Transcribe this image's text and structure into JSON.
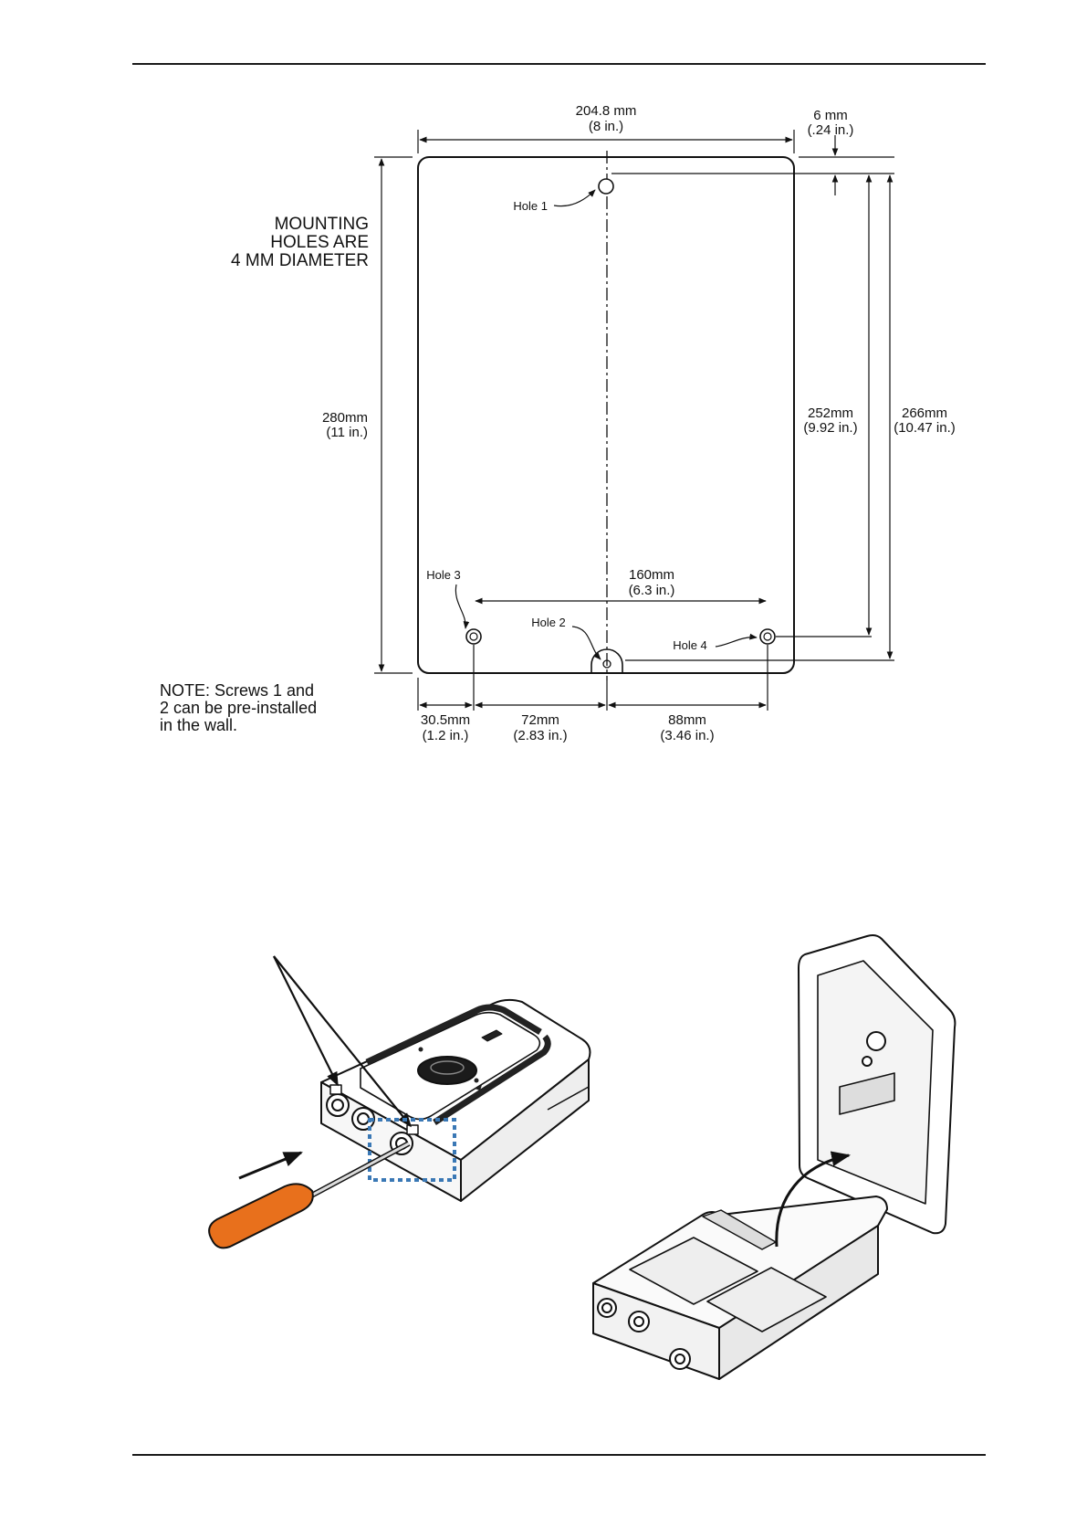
{
  "drawing": {
    "width_label": {
      "mm": "204.8 mm",
      "inch": "(8 in.)"
    },
    "edge_label": {
      "mm": "6 mm",
      "inch": "(.24 in.)"
    },
    "height_label": {
      "mm": "280mm",
      "inch": "(11 in.)"
    },
    "hole_span_label": {
      "mm": "252mm",
      "inch": "(9.92 in.)"
    },
    "hole_span_outer_label": {
      "mm": "266mm",
      "inch": "(10.47 in.)"
    },
    "bottom_span_label": {
      "mm": "160mm",
      "inch": "(6.3 in.)"
    },
    "mounting_note": [
      "MOUNTING",
      "HOLES ARE",
      "4 MM DIAMETER"
    ],
    "screw_note": [
      "NOTE: Screws 1 and",
      "2 can be pre-installed",
      "in the wall."
    ],
    "holes": {
      "h1": "Hole 1",
      "h2": "Hole 2",
      "h3": "Hole 3",
      "h4": "Hole 4"
    },
    "offsets": [
      {
        "mm": "30.5mm",
        "inch": "(1.2 in.)"
      },
      {
        "mm": "72mm",
        "inch": "(2.83 in.)"
      },
      {
        "mm": "88mm",
        "inch": "(3.46 in.)"
      }
    ]
  },
  "colors": {
    "screwdriver_handle": "#e8701c",
    "highlight_box": "#3a78b5",
    "line": "#111111"
  }
}
